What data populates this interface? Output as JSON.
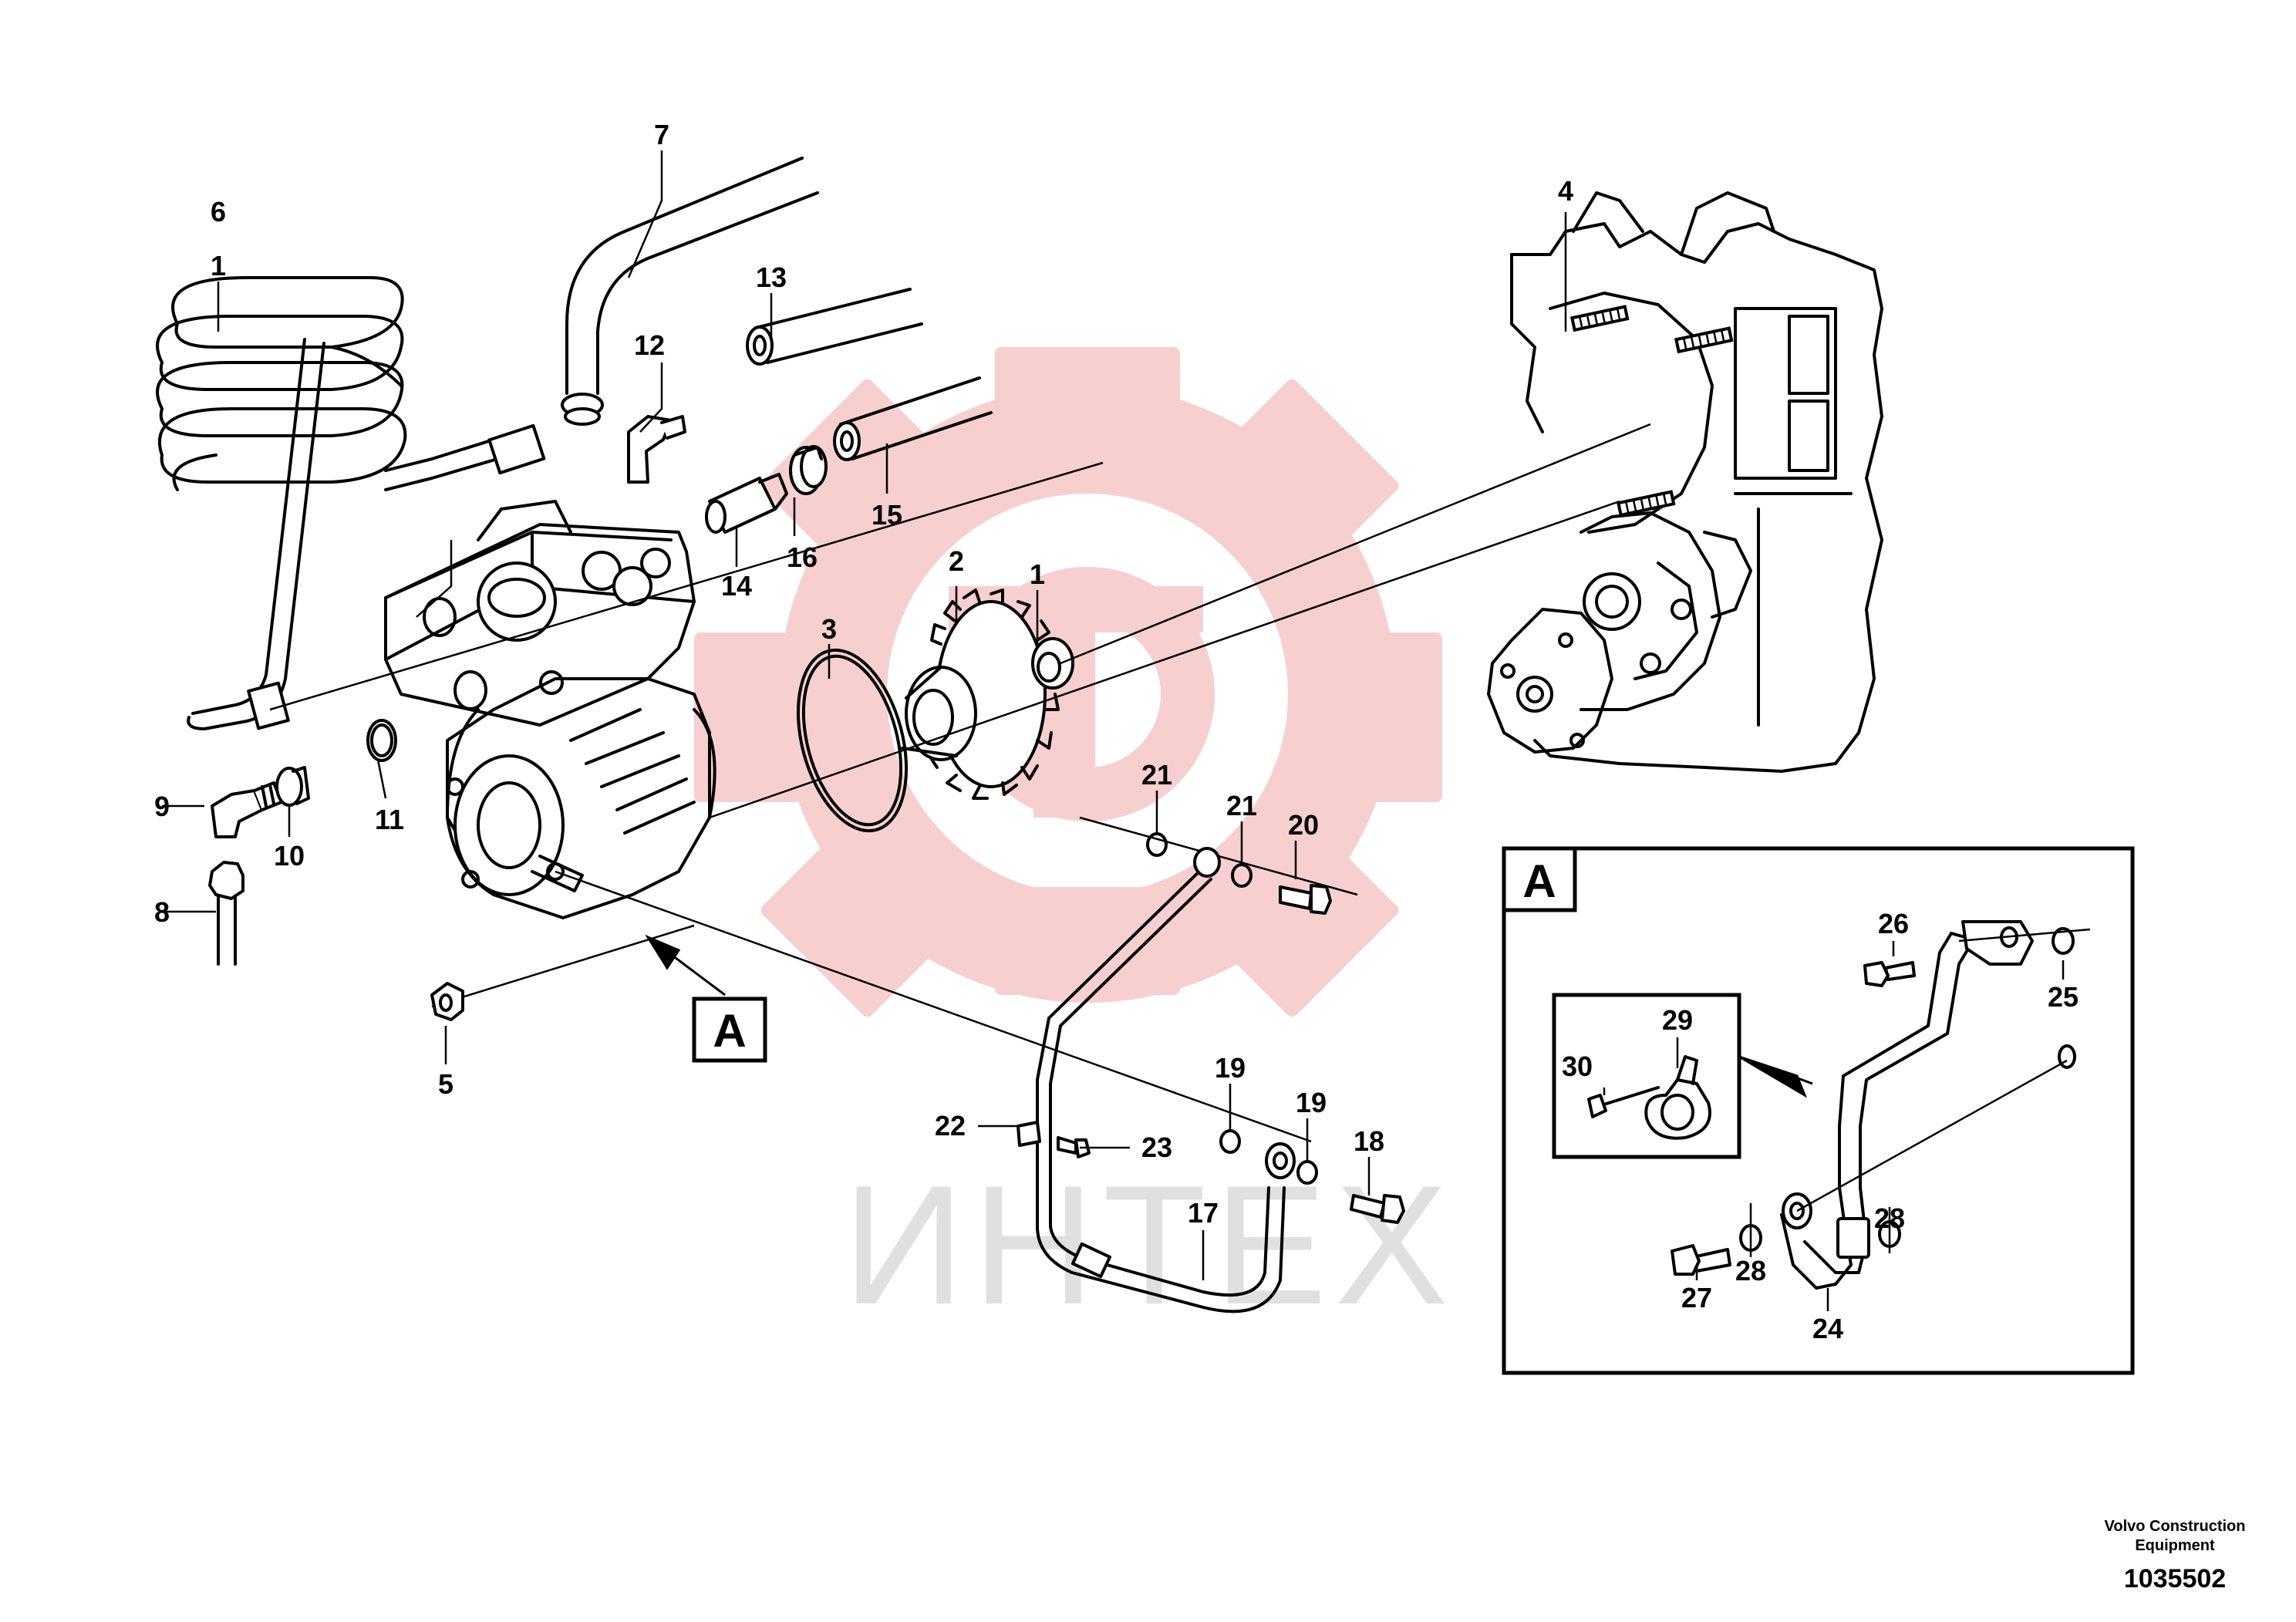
{
  "parts": [
    {
      "id": "1",
      "text": "1"
    },
    {
      "id": "1b",
      "text": "1"
    },
    {
      "id": "2",
      "text": "2"
    },
    {
      "id": "3",
      "text": "3"
    },
    {
      "id": "4",
      "text": "4"
    },
    {
      "id": "5",
      "text": "5"
    },
    {
      "id": "6",
      "text": "6"
    },
    {
      "id": "7",
      "text": "7"
    },
    {
      "id": "8",
      "text": "8"
    },
    {
      "id": "9",
      "text": "9"
    },
    {
      "id": "10",
      "text": "10"
    },
    {
      "id": "11",
      "text": "11"
    },
    {
      "id": "12",
      "text": "12"
    },
    {
      "id": "13",
      "text": "13"
    },
    {
      "id": "14",
      "text": "14"
    },
    {
      "id": "15",
      "text": "15"
    },
    {
      "id": "16",
      "text": "16"
    },
    {
      "id": "17",
      "text": "17"
    },
    {
      "id": "18",
      "text": "18"
    },
    {
      "id": "19",
      "text": "19"
    },
    {
      "id": "19b",
      "text": "19"
    },
    {
      "id": "20",
      "text": "20"
    },
    {
      "id": "21",
      "text": "21"
    },
    {
      "id": "21b",
      "text": "21"
    },
    {
      "id": "22",
      "text": "22"
    },
    {
      "id": "23",
      "text": "23"
    },
    {
      "id": "24",
      "text": "24"
    },
    {
      "id": "25",
      "text": "25"
    },
    {
      "id": "26",
      "text": "26"
    },
    {
      "id": "27",
      "text": "27"
    },
    {
      "id": "28",
      "text": "28"
    },
    {
      "id": "28b",
      "text": "28"
    },
    {
      "id": "29",
      "text": "29"
    },
    {
      "id": "30",
      "text": "30"
    }
  ],
  "detail_view": {
    "callout_label": "A",
    "box_label": "A"
  },
  "watermark": {
    "text": "ИНТЕХ",
    "gear_color": "#f5c0c0",
    "text_color": "#dcdcdc"
  },
  "footer": {
    "company_line1": "Volvo Construction",
    "company_line2": "Equipment",
    "drawing_number": "1035502"
  }
}
